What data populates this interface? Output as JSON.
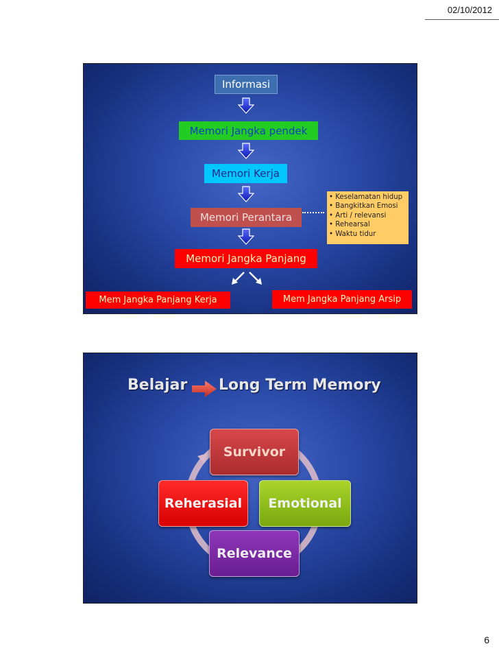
{
  "header": {
    "date": "02/10/2012"
  },
  "footer": {
    "page_number": "6"
  },
  "slide1": {
    "informasi": "Informasi",
    "stm": "Memori Jangka pendek",
    "working": "Memori Kerja",
    "intermediate": "Memori Perantara",
    "ltm": "Memori Jangka Panjang",
    "ltm_work": "Mem Jangka Panjang Kerja",
    "ltm_archive": "Mem Jangka Panjang Arsip",
    "reasons": [
      "• Keselamatan hidup",
      "• Bangkitkan Emosi",
      "• Arti / relevansi",
      "• Rehearsal",
      "• Waktu tidur"
    ],
    "colors": {
      "informasi": "#3d6fb0",
      "stm": "#22cc22",
      "working": "#00c8ff",
      "intermediate": "#c0504d",
      "ltm": "#ff0000",
      "reasons": "#ffcc66"
    }
  },
  "slide2": {
    "title_left": "Belajar",
    "title_right": "Long Term Memory",
    "cycle": {
      "survivor": "Survivor",
      "emotional": "Emotional",
      "relevance": "Relevance",
      "rehearsal": "Reherasial"
    },
    "colors": {
      "survivor": "#c0393c",
      "emotional": "#92c01c",
      "relevance": "#7a2aa5",
      "rehearsal": "#ff1010"
    }
  }
}
